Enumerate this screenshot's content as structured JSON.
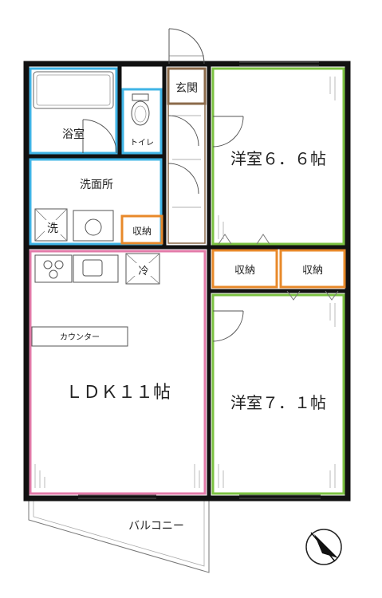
{
  "rooms": {
    "bath": "浴室",
    "toilet": "トイレ",
    "washroom": "洗面所",
    "washer": "洗",
    "storage_wash": "収納",
    "entrance": "玄関",
    "western1": "洋室６．６帖",
    "storage_mid1": "収納",
    "storage_mid2": "収納",
    "fridge": "冷",
    "counter": "カウンター",
    "ldk": "ＬＤＫ１１帖",
    "western2": "洋室７．１帖",
    "balcony": "バルコニー"
  },
  "colors": {
    "wall": "#111111",
    "wet_area": "#3fb4e6",
    "storage": "#e8892a",
    "western_room": "#7cc242",
    "ldk": "#e27aa8",
    "entrance": "#8b6a4a"
  },
  "icons": [
    "compass-north-icon",
    "stove-burner-icon",
    "sink-icon",
    "washer-icon",
    "fridge-icon",
    "toilet-icon"
  ]
}
